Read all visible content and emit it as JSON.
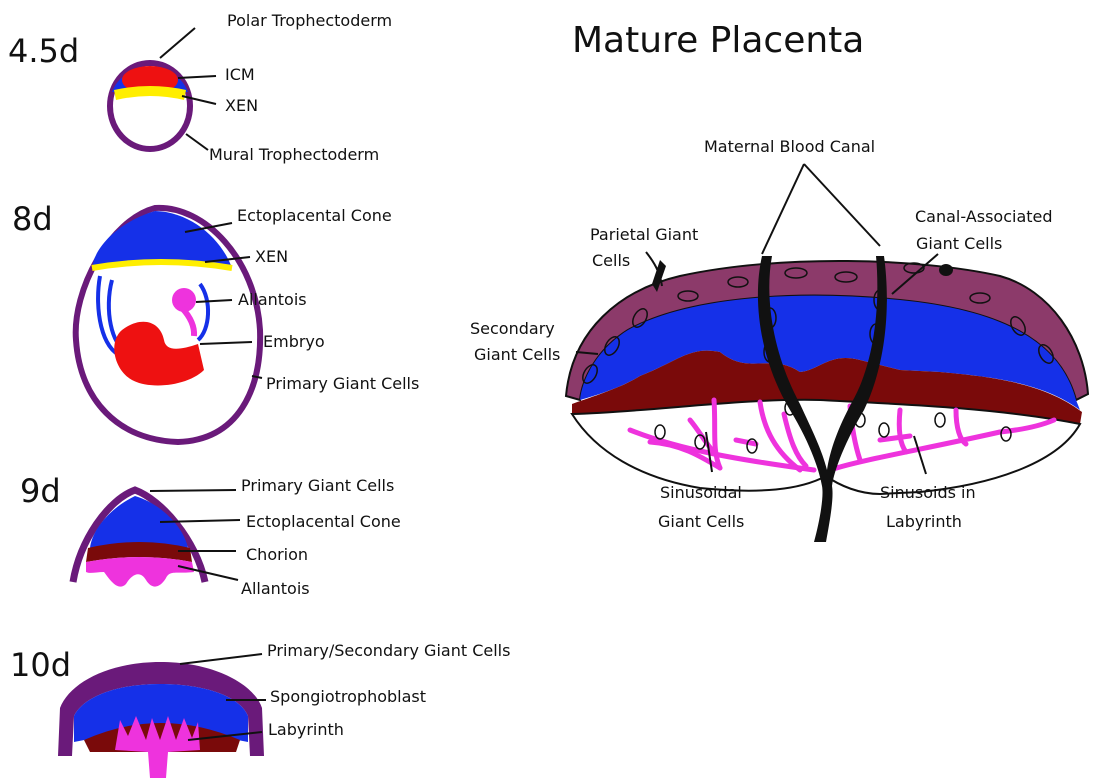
{
  "title": "Mature Placenta",
  "colors": {
    "trophectoderm": "#6a1a7a",
    "icm": "#ee1111",
    "xen": "#ffee00",
    "ectoplacental": "#1530e8",
    "allantois": "#ee33dd",
    "chorion": "#7a0a0a",
    "maternal_decidua": "#8c3a6a",
    "canal": "#111111"
  },
  "stages": {
    "s45": {
      "label": "4.5d",
      "labels": [
        "Polar Trophectoderm",
        "ICM",
        "XEN",
        "Mural Trophectoderm"
      ]
    },
    "s8": {
      "label": "8d",
      "labels": [
        "Ectoplacental Cone",
        "XEN",
        "Allantois",
        "Embryo",
        "Primary Giant Cells"
      ]
    },
    "s9": {
      "label": "9d",
      "labels": [
        "Primary Giant Cells",
        "Ectoplacental Cone",
        "Chorion",
        "Allantois"
      ]
    },
    "s10": {
      "label": "10d",
      "labels": [
        "Primary/Secondary Giant Cells",
        "Spongiotrophoblast",
        "Labyrinth"
      ]
    }
  },
  "placenta": {
    "labels": {
      "maternal_blood_canal": "Maternal Blood Canal",
      "canal_assoc_1": "Canal-Associated",
      "canal_assoc_2": "Giant Cells",
      "parietal_1": "Parietal Giant",
      "parietal_2": "Cells",
      "secondary_1": "Secondary",
      "secondary_2": "Giant Cells",
      "sinusoidal_1": "Sinusoidal",
      "sinusoidal_2": "Giant Cells",
      "sinusoids_1": "Sinusoids in",
      "sinusoids_2": "Labyrinth"
    }
  }
}
